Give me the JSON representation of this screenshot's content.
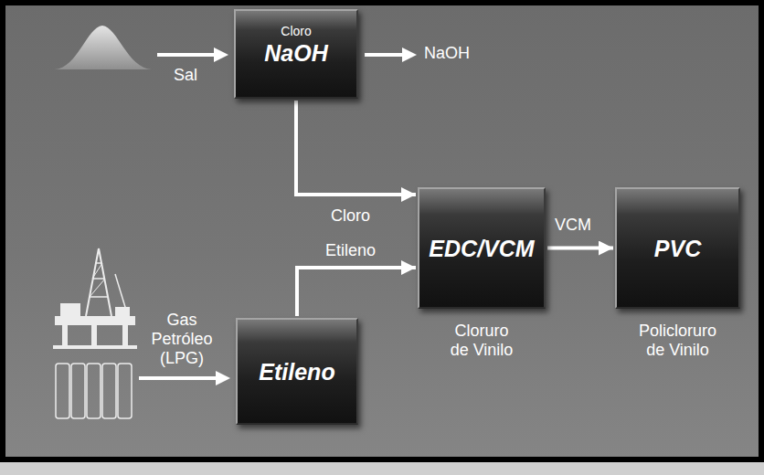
{
  "diagram": {
    "nodes": [
      {
        "text": [
          "Cloro",
          "NaOH"
        ]
      },
      {
        "text": [
          "EDC/VCM",
          "Cloruro de Vinilo"
        ]
      },
      {
        "text": [
          "PVC",
          "Policloruro de Vinilo"
        ]
      },
      {
        "text": [
          "Etileno"
        ]
      }
    ],
    "edges": [
      {
        "from": 0,
        "to": 1,
        "label": "Cloro",
        "arrow": "to"
      },
      {
        "from": 3,
        "to": 1,
        "label": "Etileno",
        "arrow": "to"
      },
      {
        "from": 1,
        "to": 2,
        "label": "VCM",
        "arrow": "to"
      }
    ],
    "labels": [
      "Sal",
      "NaOH",
      "Gas Petróleo (LPG)"
    ]
  }
}
